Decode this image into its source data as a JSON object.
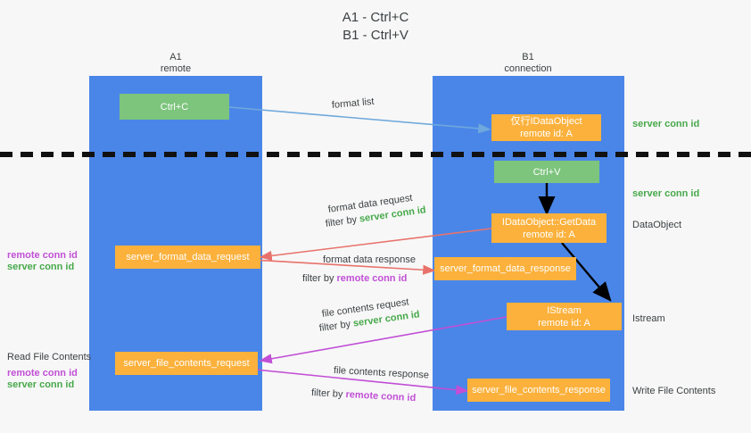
{
  "title": {
    "line1": "A1 - Ctrl+C",
    "line2": "B1 - Ctrl+V"
  },
  "columns": [
    {
      "name": "A1",
      "sub": "remote"
    },
    {
      "name": "B1",
      "sub": "connection"
    }
  ],
  "colors": {
    "lane": "#4a86e8",
    "green_box": "#7dc47d",
    "orange_box": "#fbb13c",
    "server_conn_id": "#47a94b",
    "remote_conn_id": "#c14fd6",
    "arrow_blue": "#6fa8dc",
    "arrow_red": "#e8726b",
    "arrow_purple": "#c14fd6",
    "arrow_black": "#000000",
    "background": "#f7f7f7"
  },
  "nodes": {
    "ctrl_c": "Ctrl+C",
    "ctrl_v": "Ctrl+V",
    "idataobject": {
      "line1": "仅行IDataObject",
      "line2": "remote id: A"
    },
    "getdata": {
      "line1": "IDataObject::GetData",
      "line2": "remote id: A"
    },
    "istream": {
      "line1": "IStream",
      "line2": "remote id: A"
    },
    "server_format_data_request": "server_format_data_request",
    "server_format_data_response": "server_format_data_response",
    "server_file_contents_request": "server_file_contents_request",
    "server_file_contents_response": "server_file_contents_response"
  },
  "right_labels": {
    "server_conn_id_1": "server conn id",
    "server_conn_id_2": "server conn id",
    "dataobject": "DataObject",
    "istream": "Istream",
    "write_file_contents": "Write File Contents"
  },
  "left_labels": {
    "remote_conn_id_1": "remote conn id",
    "server_conn_id_1": "server conn id",
    "read_file_contents": "Read File Contents",
    "remote_conn_id_2": "remote conn id",
    "server_conn_id_2": "server conn id"
  },
  "edges": {
    "format_list": "format list",
    "format_data_request": "format data request",
    "format_data_request_filter_prefix": "filter by ",
    "format_data_request_filter_value": "server conn id",
    "format_data_response": "format data response",
    "format_data_response_filter_prefix": "filter by ",
    "format_data_response_filter_value": "remote conn id",
    "file_contents_request": "file contents request",
    "file_contents_request_filter_prefix": "filter by ",
    "file_contents_request_filter_value": "server conn id",
    "file_contents_response": "file contents response",
    "file_contents_response_filter_prefix": "filter by ",
    "file_contents_response_filter_value": "remote conn id"
  }
}
